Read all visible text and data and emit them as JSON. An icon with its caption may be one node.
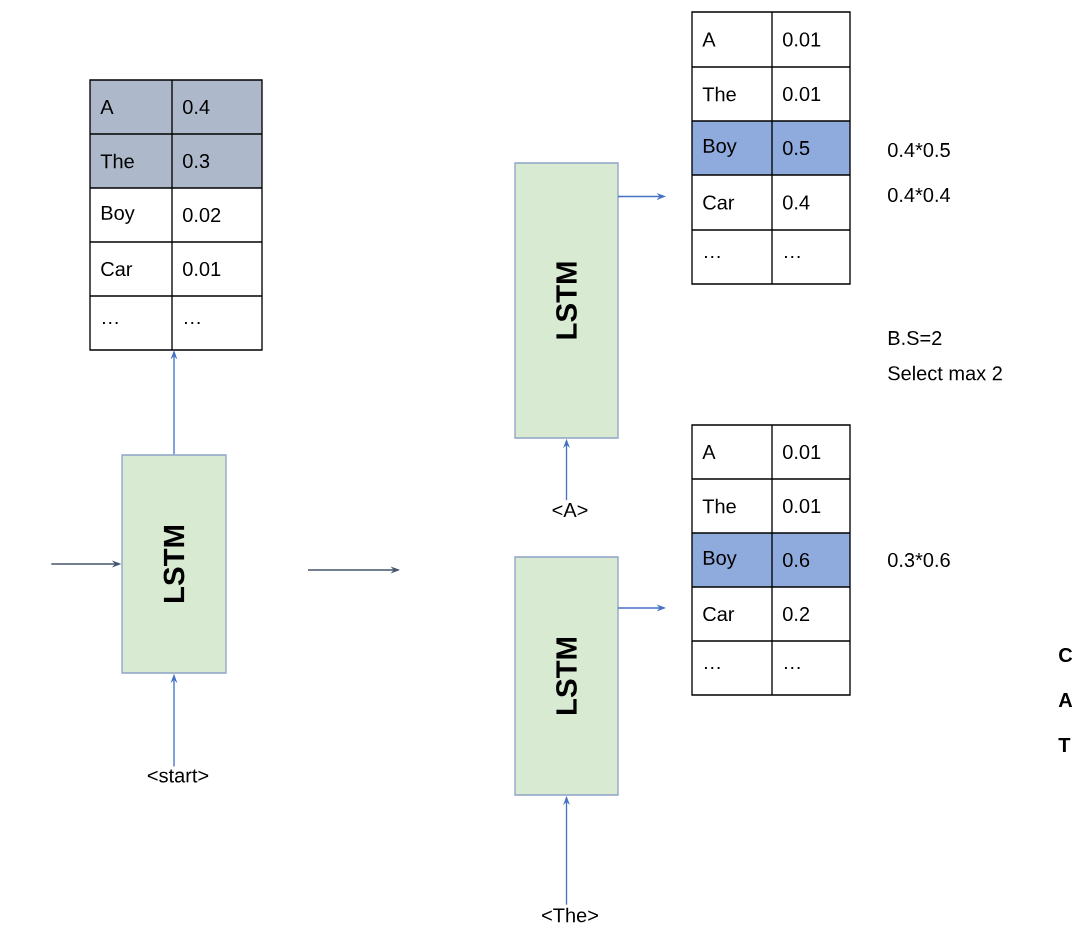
{
  "diagram": {
    "nodes": [
      {
        "text": [
          "A",
          "0.4",
          "The",
          "0.3",
          "Boy",
          "0.02",
          "Car",
          "0.01",
          "…",
          "…"
        ]
      },
      {
        "text": [
          "LSTM"
        ]
      },
      {
        "text": [
          "<start>"
        ]
      },
      {
        "text": [
          "LSTM"
        ]
      },
      {
        "text": [
          "A",
          "0.01",
          "The",
          "0.01",
          "Boy",
          "0.5",
          "Car",
          "0.4",
          "…",
          "…"
        ]
      },
      {
        "text": [
          "<A>"
        ]
      },
      {
        "text": [
          "LSTM"
        ]
      },
      {
        "text": [
          "A",
          "0.01",
          "The",
          "0.01",
          "Boy",
          "0.6",
          "Car",
          "0.2",
          "…",
          "…"
        ]
      },
      {
        "text": [
          "<The>"
        ]
      }
    ],
    "edges": [
      {
        "from": null,
        "to": 1,
        "arrow": "to",
        "color": "#44546a"
      },
      {
        "from": 1,
        "to": 0,
        "arrow": "to"
      },
      {
        "from": 2,
        "to": 1,
        "arrow": "to"
      },
      {
        "from": 3,
        "to": 4,
        "arrow": "to"
      },
      {
        "from": 5,
        "to": 3,
        "arrow": "to"
      },
      {
        "from": 6,
        "to": 7,
        "arrow": "to"
      },
      {
        "from": 8,
        "to": 6,
        "arrow": "to"
      }
    ],
    "labels": [
      "0.4*0.5",
      "0.4*0.4",
      "B.S=2",
      "Select max 2",
      "0.3*0.6",
      "C",
      "A",
      "T"
    ]
  }
}
